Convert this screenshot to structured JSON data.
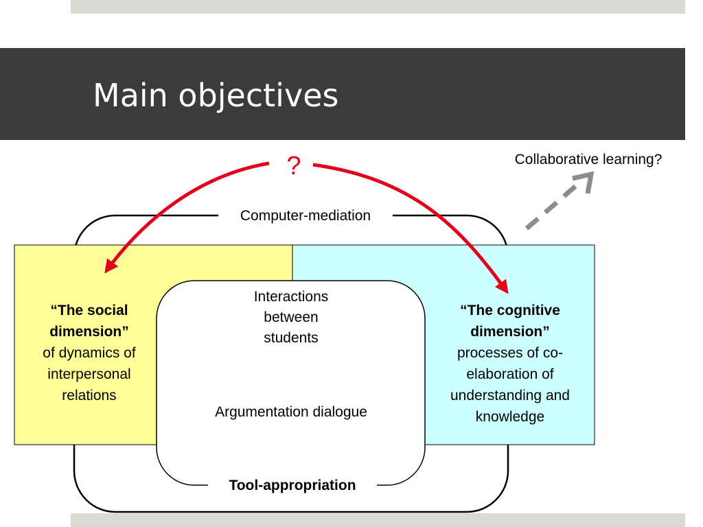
{
  "slide": {
    "title": "Main objectives"
  },
  "diagram": {
    "computer_mediation": "Computer-mediation",
    "collaborative_learning": "Collaborative learning?",
    "question_mark": "?",
    "social": {
      "heading_line1": "“The social",
      "heading_line2": "dimension”",
      "body_line1": "of dynamics of",
      "body_line2": "interpersonal",
      "body_line3": "relations"
    },
    "cognitive": {
      "heading_line1": "“The cognitive",
      "heading_line2": "dimension”",
      "body_line1": "processes of co-",
      "body_line2": "elaboration of",
      "body_line3": "understanding and",
      "body_line4": "knowledge"
    },
    "interactions_line1": "Interactions",
    "interactions_line2": "between",
    "interactions_line3": "students",
    "argumentation": "Argumentation dialogue",
    "tool_appropriation": "Tool-appropriation",
    "colors": {
      "social_fill": "#ffff99",
      "cognitive_fill": "#ccffff",
      "arrow_red": "#e3001b",
      "arrow_gray": "#8c8c8c",
      "title_bar": "#3b3b3b"
    }
  }
}
